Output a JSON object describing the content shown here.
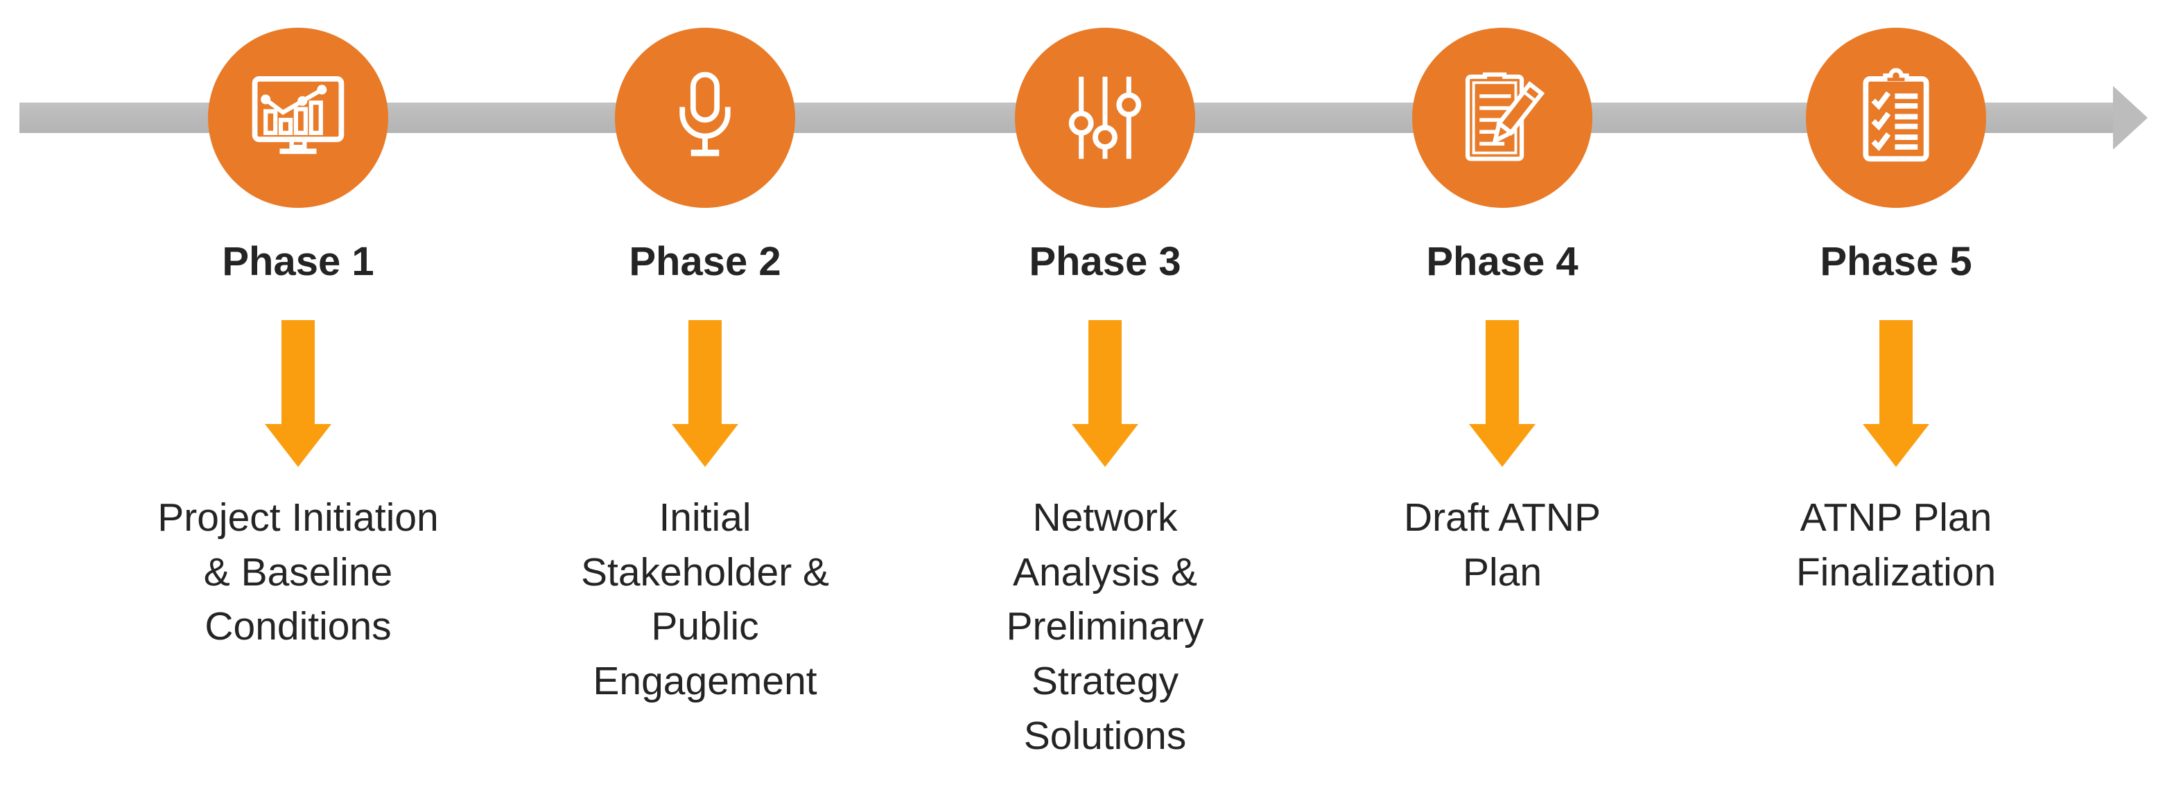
{
  "figure": {
    "type": "process-timeline",
    "phase_count": 5,
    "colors": {
      "background": "#FFFFFF",
      "timeline_bar": "#BCBCBC",
      "circle": "#E87A28",
      "down_arrow": "#FA9E10",
      "text": "#242424",
      "icon_stroke": "#FFFFFF"
    }
  },
  "phases": [
    {
      "label": "Phase 1",
      "icon": "monitor-chart-icon",
      "description": "Project Initiation\n& Baseline\nConditions"
    },
    {
      "label": "Phase 2",
      "icon": "microphone-icon",
      "description": "Initial\nStakeholder &\nPublic\nEngagement"
    },
    {
      "label": "Phase 3",
      "icon": "sliders-icon",
      "description": "Network\nAnalysis &\nPreliminary\nStrategy\nSolutions"
    },
    {
      "label": "Phase 4",
      "icon": "clipboard-pencil-icon",
      "description": "Draft ATNP\nPlan"
    },
    {
      "label": "Phase 5",
      "icon": "checklist-clipboard-icon",
      "description": "ATNP Plan\nFinalization"
    }
  ]
}
